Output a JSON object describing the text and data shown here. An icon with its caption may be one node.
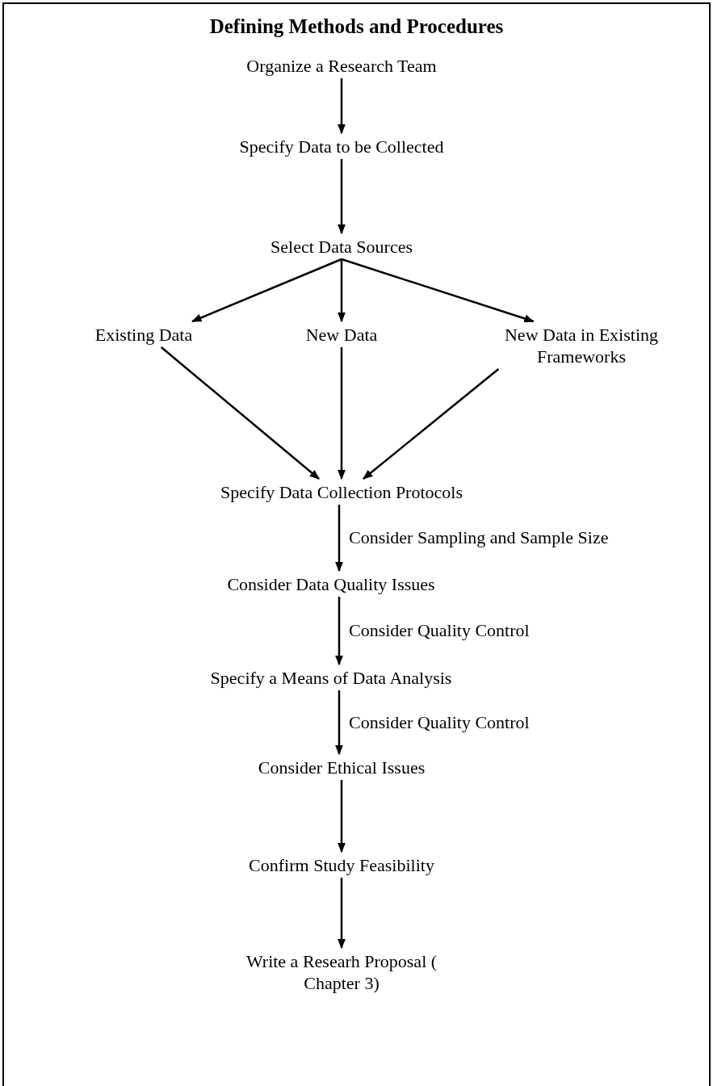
{
  "diagram": {
    "title": "Defining Methods and Procedures",
    "nodes": [
      {
        "text": [
          "Organize a Research Team"
        ]
      },
      {
        "text": [
          "Specify Data to be Collected"
        ]
      },
      {
        "text": [
          "Select Data Sources"
        ]
      },
      {
        "text": [
          "Existing Data"
        ]
      },
      {
        "text": [
          "New Data"
        ]
      },
      {
        "text": [
          "New Data in Existing Frameworks"
        ]
      },
      {
        "text": [
          "Specify Data Collection Protocols"
        ]
      },
      {
        "text": [
          "Consider Data Quality Issues"
        ]
      },
      {
        "text": [
          "Specify a Means of Data Analysis"
        ]
      },
      {
        "text": [
          "Consider Ethical Issues"
        ]
      },
      {
        "text": [
          "Confirm Study Feasibility"
        ]
      },
      {
        "text": [
          "Write a Researh Proposal ( Chapter 3)"
        ]
      }
    ],
    "edges": [
      {
        "from": 0,
        "to": 1,
        "arrow": "to"
      },
      {
        "from": 1,
        "to": 2,
        "arrow": "to"
      },
      {
        "from": 2,
        "to": 3,
        "arrow": "to"
      },
      {
        "from": 2,
        "to": 4,
        "arrow": "to"
      },
      {
        "from": 2,
        "to": 5,
        "arrow": "to"
      },
      {
        "from": 3,
        "to": 6,
        "arrow": "to"
      },
      {
        "from": 4,
        "to": 6,
        "arrow": "to"
      },
      {
        "from": 5,
        "to": 6,
        "arrow": "to"
      },
      {
        "from": 6,
        "to": 7,
        "arrow": "to",
        "label": "Consider Sampling and Sample Size"
      },
      {
        "from": 7,
        "to": 8,
        "arrow": "to",
        "label": "Consider Quality Control"
      },
      {
        "from": 8,
        "to": 9,
        "arrow": "to",
        "label": "Consider Quality Control"
      },
      {
        "from": 9,
        "to": 10,
        "arrow": "to"
      },
      {
        "from": 10,
        "to": 11,
        "arrow": "to"
      }
    ]
  }
}
